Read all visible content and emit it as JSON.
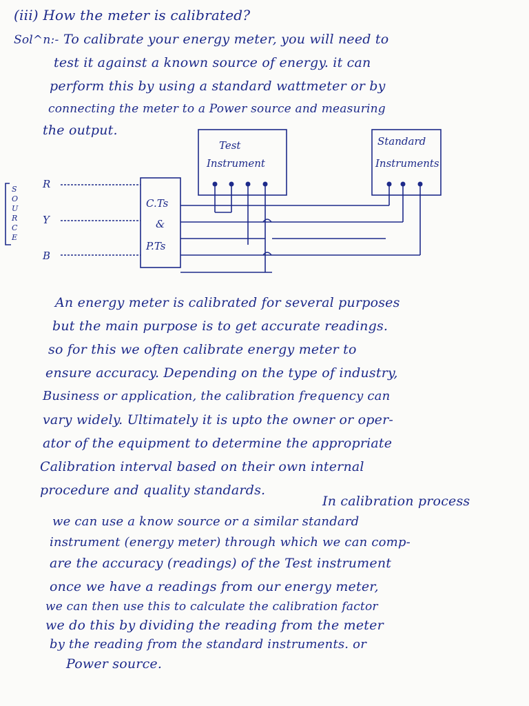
{
  "question": "(iii) How the meter is calibrated?",
  "sol_label": "Sol^n:-",
  "intro_lines": [
    "To calibrate your energy meter, you will need to",
    "test it against a known source of energy. it can",
    "perform this by using a standard wattmeter or by",
    "connecting the meter to a Power source and measuring",
    "the output."
  ],
  "diagram": {
    "test_box_line1": "Test",
    "test_box_line2": "Instrument",
    "standard_box_line1": "Standard",
    "standard_box_line2": "Instruments",
    "ct_line1": "C.Ts",
    "ct_amp": "&",
    "ct_line2": "P.Ts",
    "phases": [
      "R",
      "Y",
      "B"
    ],
    "source_letters": [
      "S",
      "O",
      "U",
      "R",
      "C",
      "E"
    ]
  },
  "paragraph1": [
    "An energy meter is calibrated for several purposes",
    "but the main purpose is to get accurate readings.",
    "so for this we often calibrate energy meter to",
    "ensure accuracy. Depending on the type of industry,",
    "Business or application, the calibration frequency can",
    "vary widely. Ultimately it is upto the owner or oper-",
    "ator of the equipment to determine the appropriate",
    "Calibration interval based on their own internal",
    "procedure and quality standards."
  ],
  "paragraph2": [
    "In calibration process",
    "we can use a know source or a similar standard",
    "instrument (energy meter) through which we can comp-",
    "are the accuracy (readings) of the Test instrument",
    "once we have a readings from our energy meter,",
    "we can then use this to calculate the calibration factor",
    "we do this by dividing the reading from the meter",
    "by the reading from the standard instruments. or",
    "Power source."
  ]
}
